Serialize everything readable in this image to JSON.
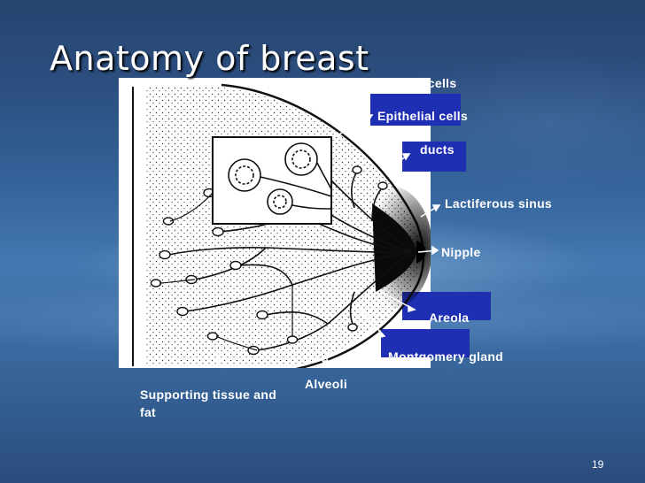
{
  "slide": {
    "title": "Anatomy of breast",
    "page_number": "19"
  },
  "labels": {
    "myoepithelial_cells": "Myoepithelial cells",
    "epithelial_cells": "Epithelial cells",
    "ducts": "ducts",
    "lactiferous_sinus": "Lactiferous sinus",
    "nipple": "Nipple",
    "areola": "Areola",
    "montgomery_gland": "Montgomery gland",
    "alveoli": "Alveoli",
    "supporting_tissue": "Supporting tissue and fat"
  },
  "colors": {
    "label_box": "#1f2fb4",
    "arrow": "#ffffff",
    "diagram_ink": "#111111"
  }
}
